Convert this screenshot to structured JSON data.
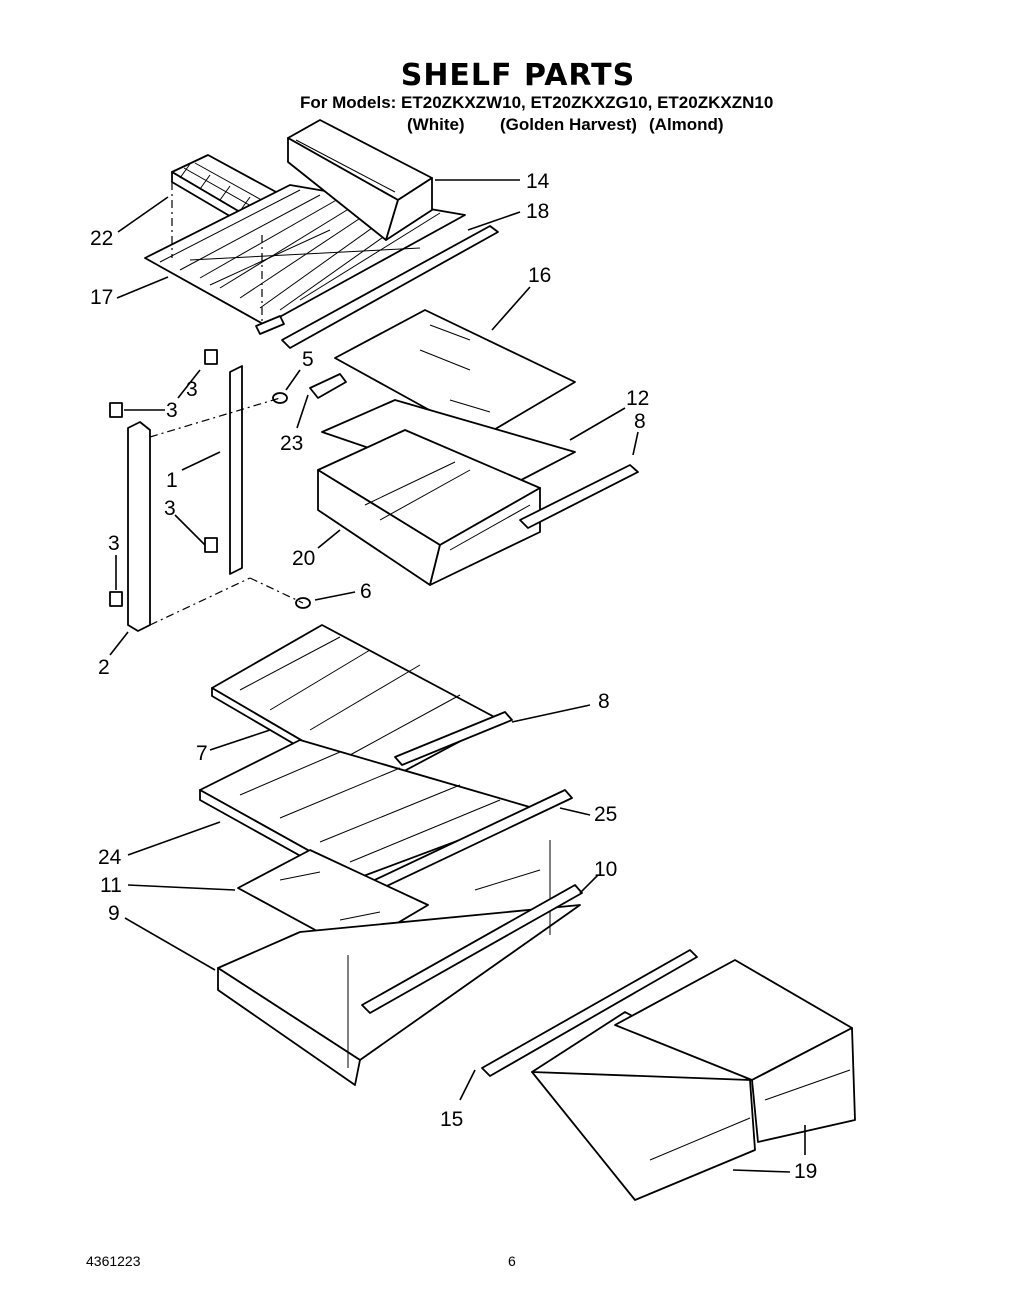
{
  "title": "SHELF PARTS",
  "models_line": "For Models: ET20ZKXZW10, ET20ZKXZG10, ET20ZKXZN10",
  "colors": [
    "(White)",
    "(Golden Harvest)",
    "(Almond)"
  ],
  "footer": {
    "doc_number": "4361223",
    "page_number": "6"
  },
  "callouts": [
    "22",
    "14",
    "18",
    "17",
    "16",
    "5",
    "3",
    "3",
    "23",
    "12",
    "8",
    "1",
    "3",
    "20",
    "3",
    "6",
    "2",
    "8",
    "7",
    "25",
    "24",
    "10",
    "11",
    "9",
    "15",
    "19"
  ]
}
